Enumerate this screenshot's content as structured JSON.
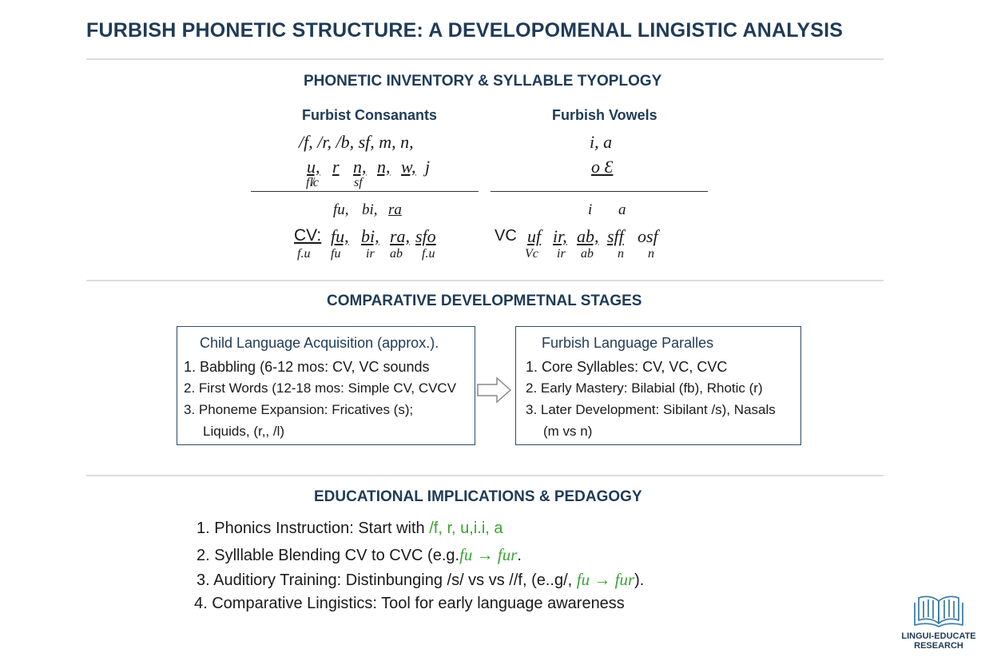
{
  "title": "FURBISH PHONETIC STRUCTURE: A DEVELOPOMENAL LINGISTIC ANALYSIS",
  "inventory": {
    "heading": "PHONETIC INVENTORY & SYLLABLE TYOPLOGY",
    "consonants": {
      "heading": "Furbist Consanants",
      "row1": "/f, /r, /b, sf, m, n,",
      "row2": [
        "u,",
        "r",
        "n,",
        "n,",
        "w,",
        "j"
      ],
      "row3": [
        "fl̸c",
        "sf"
      ]
    },
    "vowels": {
      "heading": "Furbish Vowels",
      "row1": "i, a",
      "row2": "o Ɛ"
    },
    "syllables": {
      "cv_examples": [
        "fu,",
        "bi,",
        "ra"
      ],
      "cv_label": "CV:",
      "cv_row": [
        "fu,",
        "bi,",
        "ra,",
        "sfo"
      ],
      "cv_sub": [
        "f.u",
        "fu",
        "ir",
        "ab",
        "f.u"
      ],
      "vowel_examples": [
        "i",
        "a"
      ],
      "vc_label": "VC",
      "vc_row": [
        "uf",
        "ir,",
        "ab,",
        "sff",
        "osf"
      ],
      "vc_sub": [
        "Vc",
        "ir",
        "ab",
        "n",
        "n"
      ]
    }
  },
  "stages": {
    "heading": "COMPARATIVE DEVELOPMETNAL STAGES",
    "child": {
      "title": "Child Language Acquisition (approx.).",
      "items": [
        "1.  Babbling (6-12 mos: CV, VC sounds",
        "2.  First Words (12-18 mos: Simple CV, CVCV",
        "3.  Phoneme Expansion: Fricatives (s);",
        "Liquids, (r,,  /l)"
      ]
    },
    "furbish": {
      "title": "Furbish Language Paralles",
      "items": [
        "1.  Core Syllables: CV, VC, CVC",
        "2.  Early Mastery: Bilabial (fb), Rhotic (r)",
        "3.  Later Development: Sibilant /s), Nasals",
        "(m vs  n)"
      ]
    },
    "arrow_icon": "double-right-arrow-icon"
  },
  "education": {
    "heading": "EDUCATIONAL IMPLICATIONS & PEDAGOGY",
    "item1": {
      "text": "1. Phonics Instruction: Start with ",
      "green": "/f, r, u,i.i, a"
    },
    "item2": {
      "text": "2. Sylllable Blending CV to CVC (e.g.",
      "green": "fu → fur",
      "tail": "."
    },
    "item3": {
      "text": "3. Auditiory Training: Distinbunging /s/ vs vs //f, (e..g/, ",
      "green": "fu → fur",
      "tail": ")."
    },
    "item4": {
      "text": "4. Comparative Lingistics: Tool for early language awareness"
    }
  },
  "logo": {
    "icon": "open-book-icon",
    "line1": "LINGUI-EDUCATE",
    "line2": "RESEARCH"
  },
  "colors": {
    "heading": "#1f3b57",
    "accent_green": "#3aa335",
    "rule": "#dcdcdc"
  }
}
